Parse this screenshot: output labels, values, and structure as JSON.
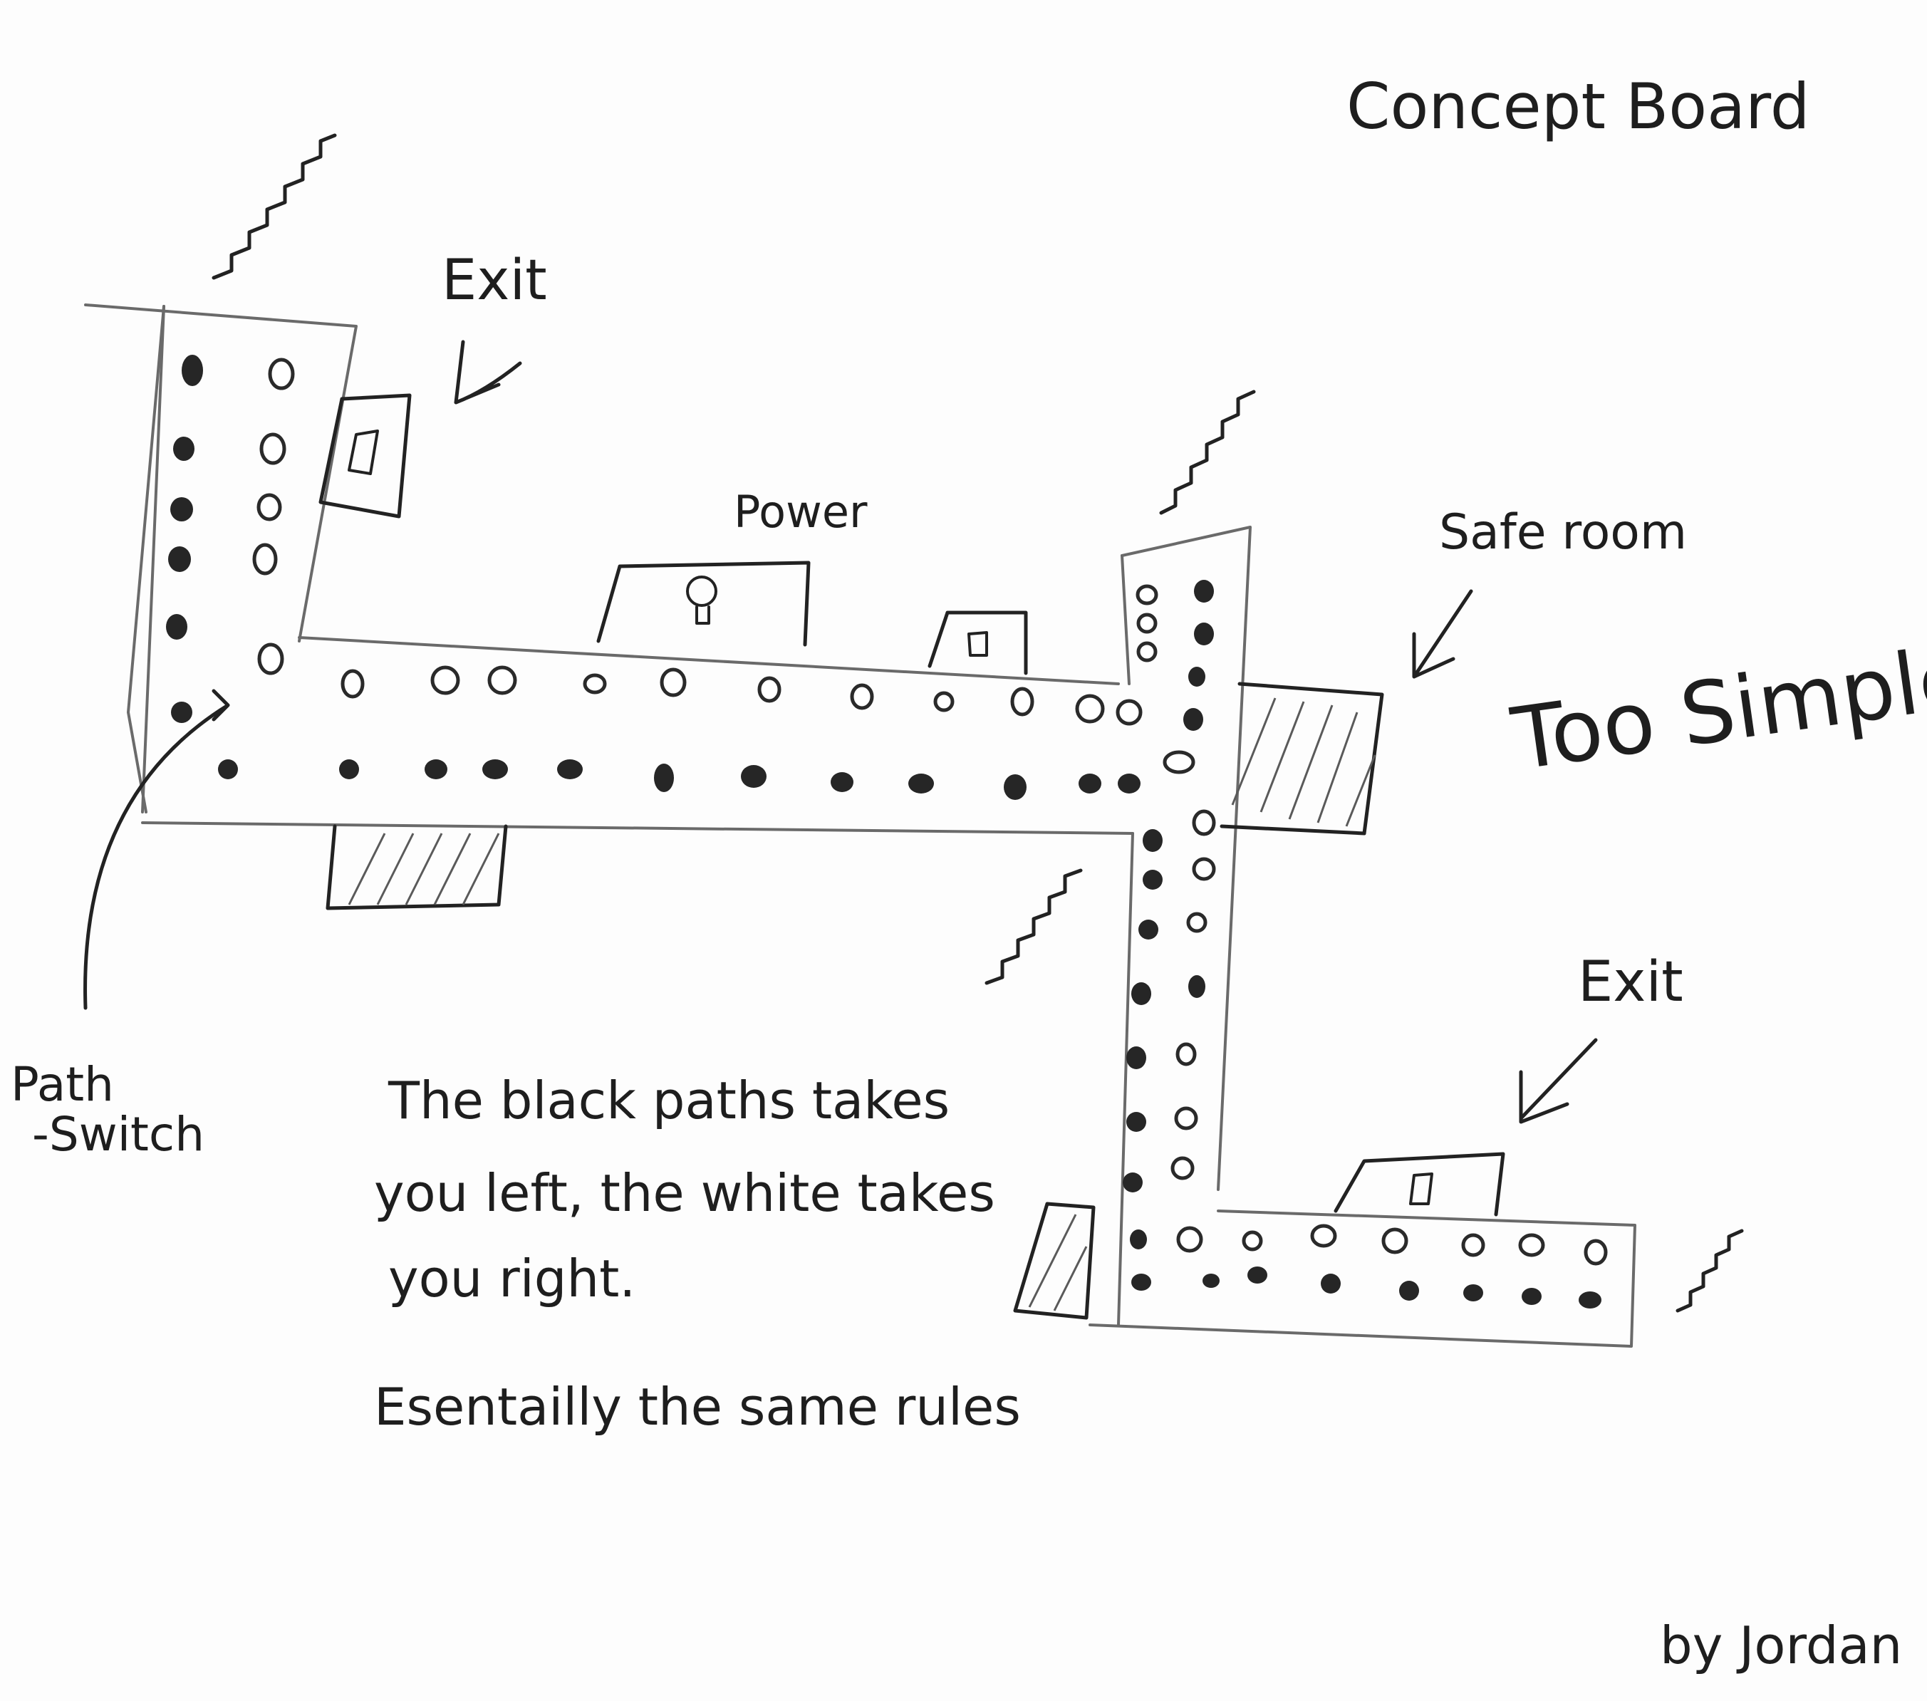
{
  "title": "Concept Board",
  "labels": {
    "exit_top": "Exit",
    "power": "Power",
    "safe_room": "Safe room",
    "exit_bottom": "Exit",
    "path_switch_line1": "Path",
    "path_switch_line2": "-Switch"
  },
  "verdict": "Too Simple",
  "notes": {
    "line1": "The black paths takes",
    "line2": "you left, the white takes",
    "line3": "you right.",
    "line4": "Esentailly the same rules"
  },
  "author": "by Jordan",
  "colors": {
    "ink": "#1e1e1e",
    "pencil": "#6a6a6a",
    "paper": "#fdfdfd"
  }
}
